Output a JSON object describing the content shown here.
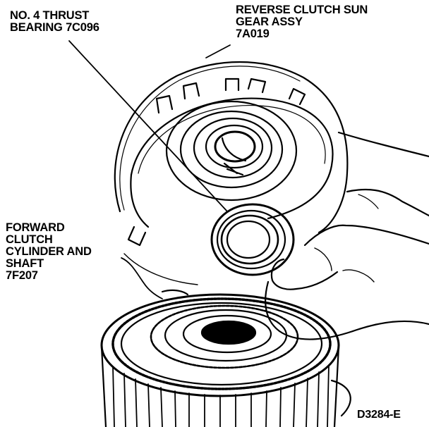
{
  "labels": {
    "bearing": [
      "NO. 4 THRUST",
      "BEARING 7C096"
    ],
    "sun_gear": [
      "REVERSE CLUTCH SUN",
      "GEAR ASSY",
      "7A019"
    ],
    "forward_clutch": [
      "FORWARD",
      "CLUTCH",
      "CYLINDER AND",
      "SHAFT",
      "7F207"
    ]
  },
  "figure_code": "D3284-E"
}
